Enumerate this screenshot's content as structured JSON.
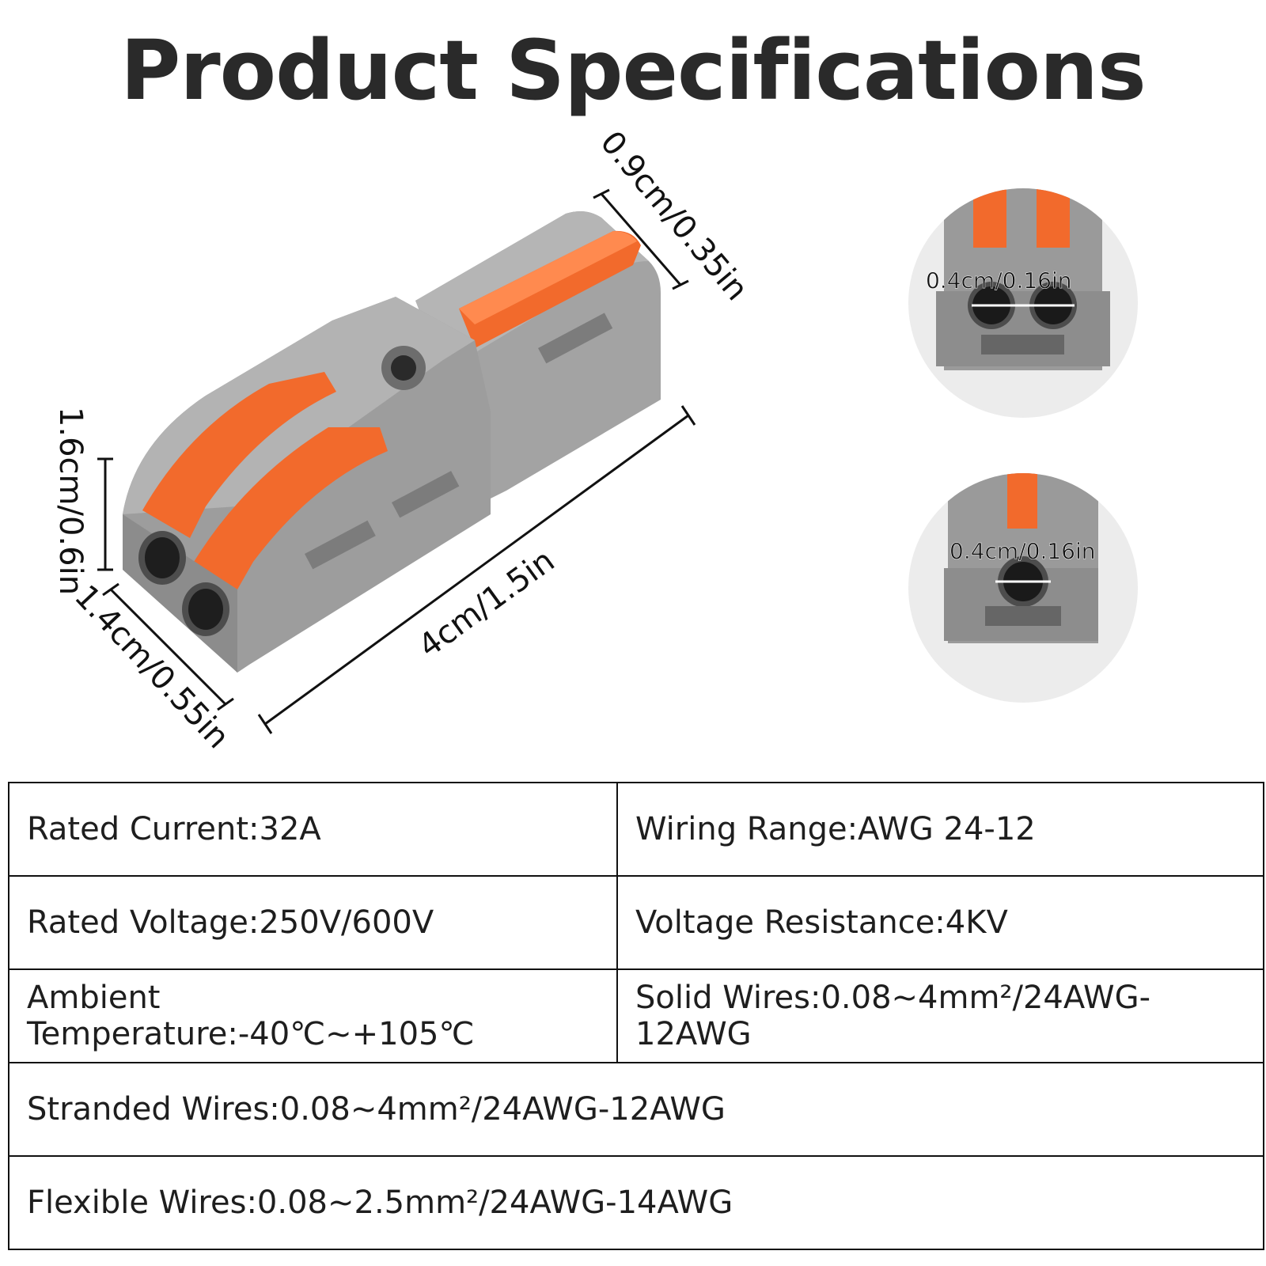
{
  "title": "Product Specifications",
  "dimensions": {
    "top_width": "0.9cm/0.35in",
    "height": "1.6cm/0.6in",
    "front_width": "1.4cm/0.55in",
    "length": "4cm/1.5in",
    "hole_2way": "0.4cm/0.16in",
    "hole_1way": "0.4cm/0.16in"
  },
  "colors": {
    "body_gray": "#9a9a9a",
    "lever_orange": "#f26a2c",
    "circle_bg": "#ececec"
  },
  "specs": {
    "rated_current": "Rated Current:32A",
    "wiring_range": "Wiring Range:AWG 24-12",
    "rated_voltage": "Rated Voltage:250V/600V",
    "voltage_resistance": "Voltage Resistance:4KV",
    "ambient_temperature": "Ambient Temperature:-40℃~+105℃",
    "solid_wires": "Solid Wires:0.08~4mm²/24AWG-12AWG",
    "stranded_wires": "Stranded Wires:0.08~4mm²/24AWG-12AWG",
    "flexible_wires": "Flexible Wires:0.08~2.5mm²/24AWG-14AWG"
  }
}
